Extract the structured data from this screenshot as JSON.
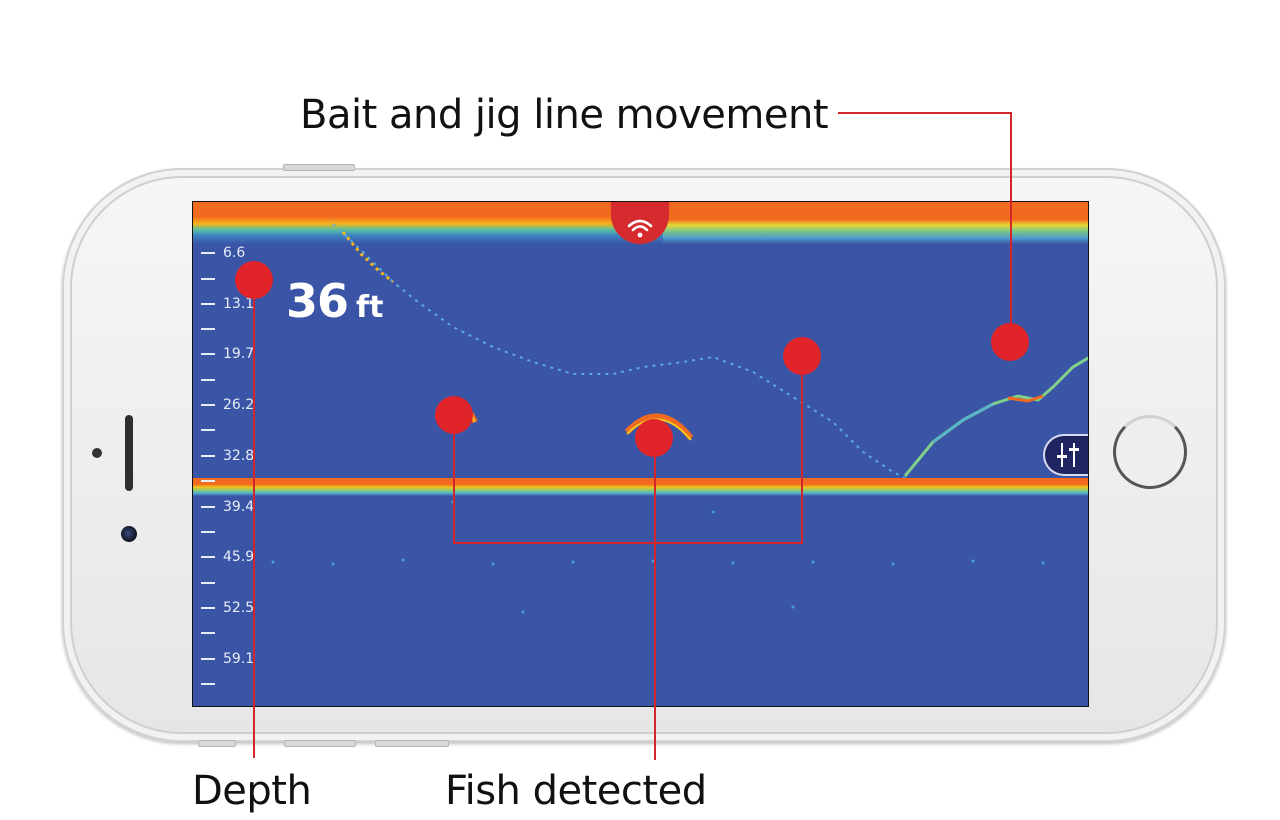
{
  "callouts": {
    "bait_jig": "Bait and jig line movement",
    "depth": "Depth",
    "fish": "Fish detected"
  },
  "screen": {
    "depth_value": "36",
    "depth_unit": "ft",
    "depth_scale": [
      "6.6",
      "13.1",
      "19.7",
      "26.2",
      "32.8",
      "39.4",
      "45.9",
      "52.5",
      "59.1"
    ],
    "icons": {
      "top_center": "wifi-icon",
      "right_edge": "sliders-icon"
    }
  },
  "colors": {
    "water": "#3a55a6",
    "surface_clutter": "#f26a1f",
    "callout_red": "#e0242a",
    "wifi_tab": "#d52a2e",
    "settings_tab": "#1e2560"
  }
}
